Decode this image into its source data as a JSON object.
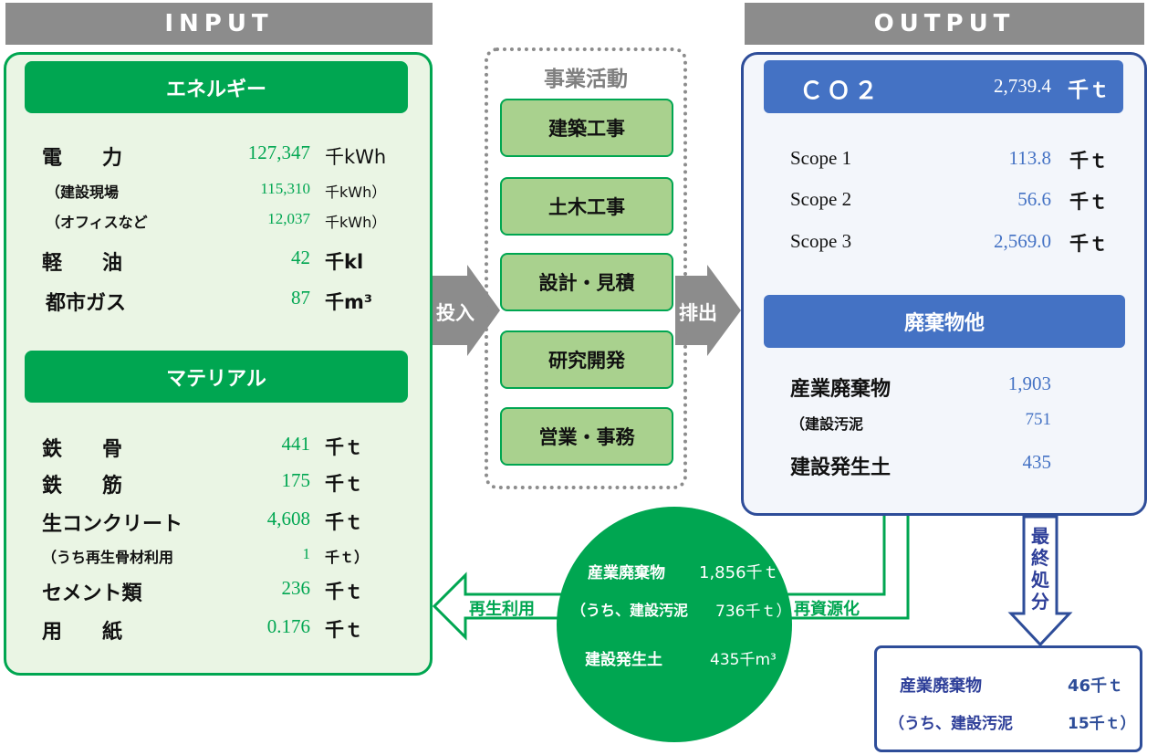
{
  "input_header": "INPUT",
  "output_header": "OUTPUT",
  "energy": {
    "title": "エネルギー",
    "electricity": {
      "label": "電　　力",
      "value": "127,347",
      "unit": "千kWh"
    },
    "construction_site": {
      "label": "（建設現場",
      "value": "115,310",
      "unit": "千kWh）"
    },
    "office": {
      "label": "（オフィスなど",
      "value": "12,037",
      "unit": "千kWh）"
    },
    "diesel": {
      "label": "軽　　油",
      "value": "42",
      "unit": "千kl"
    },
    "city_gas": {
      "label": "都市ガス",
      "value": "87",
      "unit": "千m³"
    }
  },
  "material": {
    "title": "マテリアル",
    "items": [
      {
        "label": "鉄　　骨",
        "value": "441",
        "unit": "千ｔ"
      },
      {
        "label": "鉄　　筋",
        "value": "175",
        "unit": "千ｔ"
      },
      {
        "label": "生コンクリート",
        "value": "4,608",
        "unit": "千ｔ"
      },
      {
        "label": "（うち再生骨材利用",
        "value": "1",
        "unit": "千ｔ）"
      },
      {
        "label": "セメント類",
        "value": "236",
        "unit": "千ｔ"
      },
      {
        "label": "用　　紙",
        "value": "0.176",
        "unit": "千ｔ"
      }
    ]
  },
  "flow": {
    "input_arrow": "投入",
    "output_arrow": "排出",
    "recycle_use": "再生利用",
    "recycle": "再資源化",
    "final_disposal": "最終処分"
  },
  "activities": {
    "title": "事業活動",
    "items": [
      "建築工事",
      "土木工事",
      "設計・見積",
      "研究開発",
      "営業・事務"
    ]
  },
  "co2": {
    "title": "ＣＯ２",
    "total": "2,739.4",
    "unit": "千ｔ",
    "scopes": [
      {
        "label": "Scope 1",
        "value": "113.8",
        "unit": "千ｔ"
      },
      {
        "label": "Scope 2",
        "value": "56.6",
        "unit": "千ｔ"
      },
      {
        "label": "Scope 3",
        "value": "2,569.0",
        "unit": "千ｔ"
      }
    ]
  },
  "waste": {
    "title": "廃棄物他",
    "industrial": {
      "label": "産業廃棄物",
      "value": "1,903"
    },
    "sludge": {
      "label": "（建設汚泥",
      "value": "751"
    },
    "soil": {
      "label": "建設発生土",
      "value": "435"
    }
  },
  "recycled": {
    "industrial": {
      "label": "産業廃棄物",
      "value": "1,856千ｔ"
    },
    "sludge": {
      "label": "（うち、建設汚泥",
      "value": "736千ｔ）"
    },
    "soil": {
      "label": "建設発生土",
      "value": "435千m³"
    }
  },
  "disposal": {
    "industrial": {
      "label": "産業廃棄物",
      "value": "46千ｔ"
    },
    "sludge": {
      "label": "（うち、建設汚泥",
      "value": "15千ｔ）"
    }
  },
  "colors": {
    "green": "#00a651",
    "light_green": "#a9d18e",
    "blue": "#4472c4",
    "navy": "#2e4d99",
    "gray": "#8c8c8c"
  }
}
